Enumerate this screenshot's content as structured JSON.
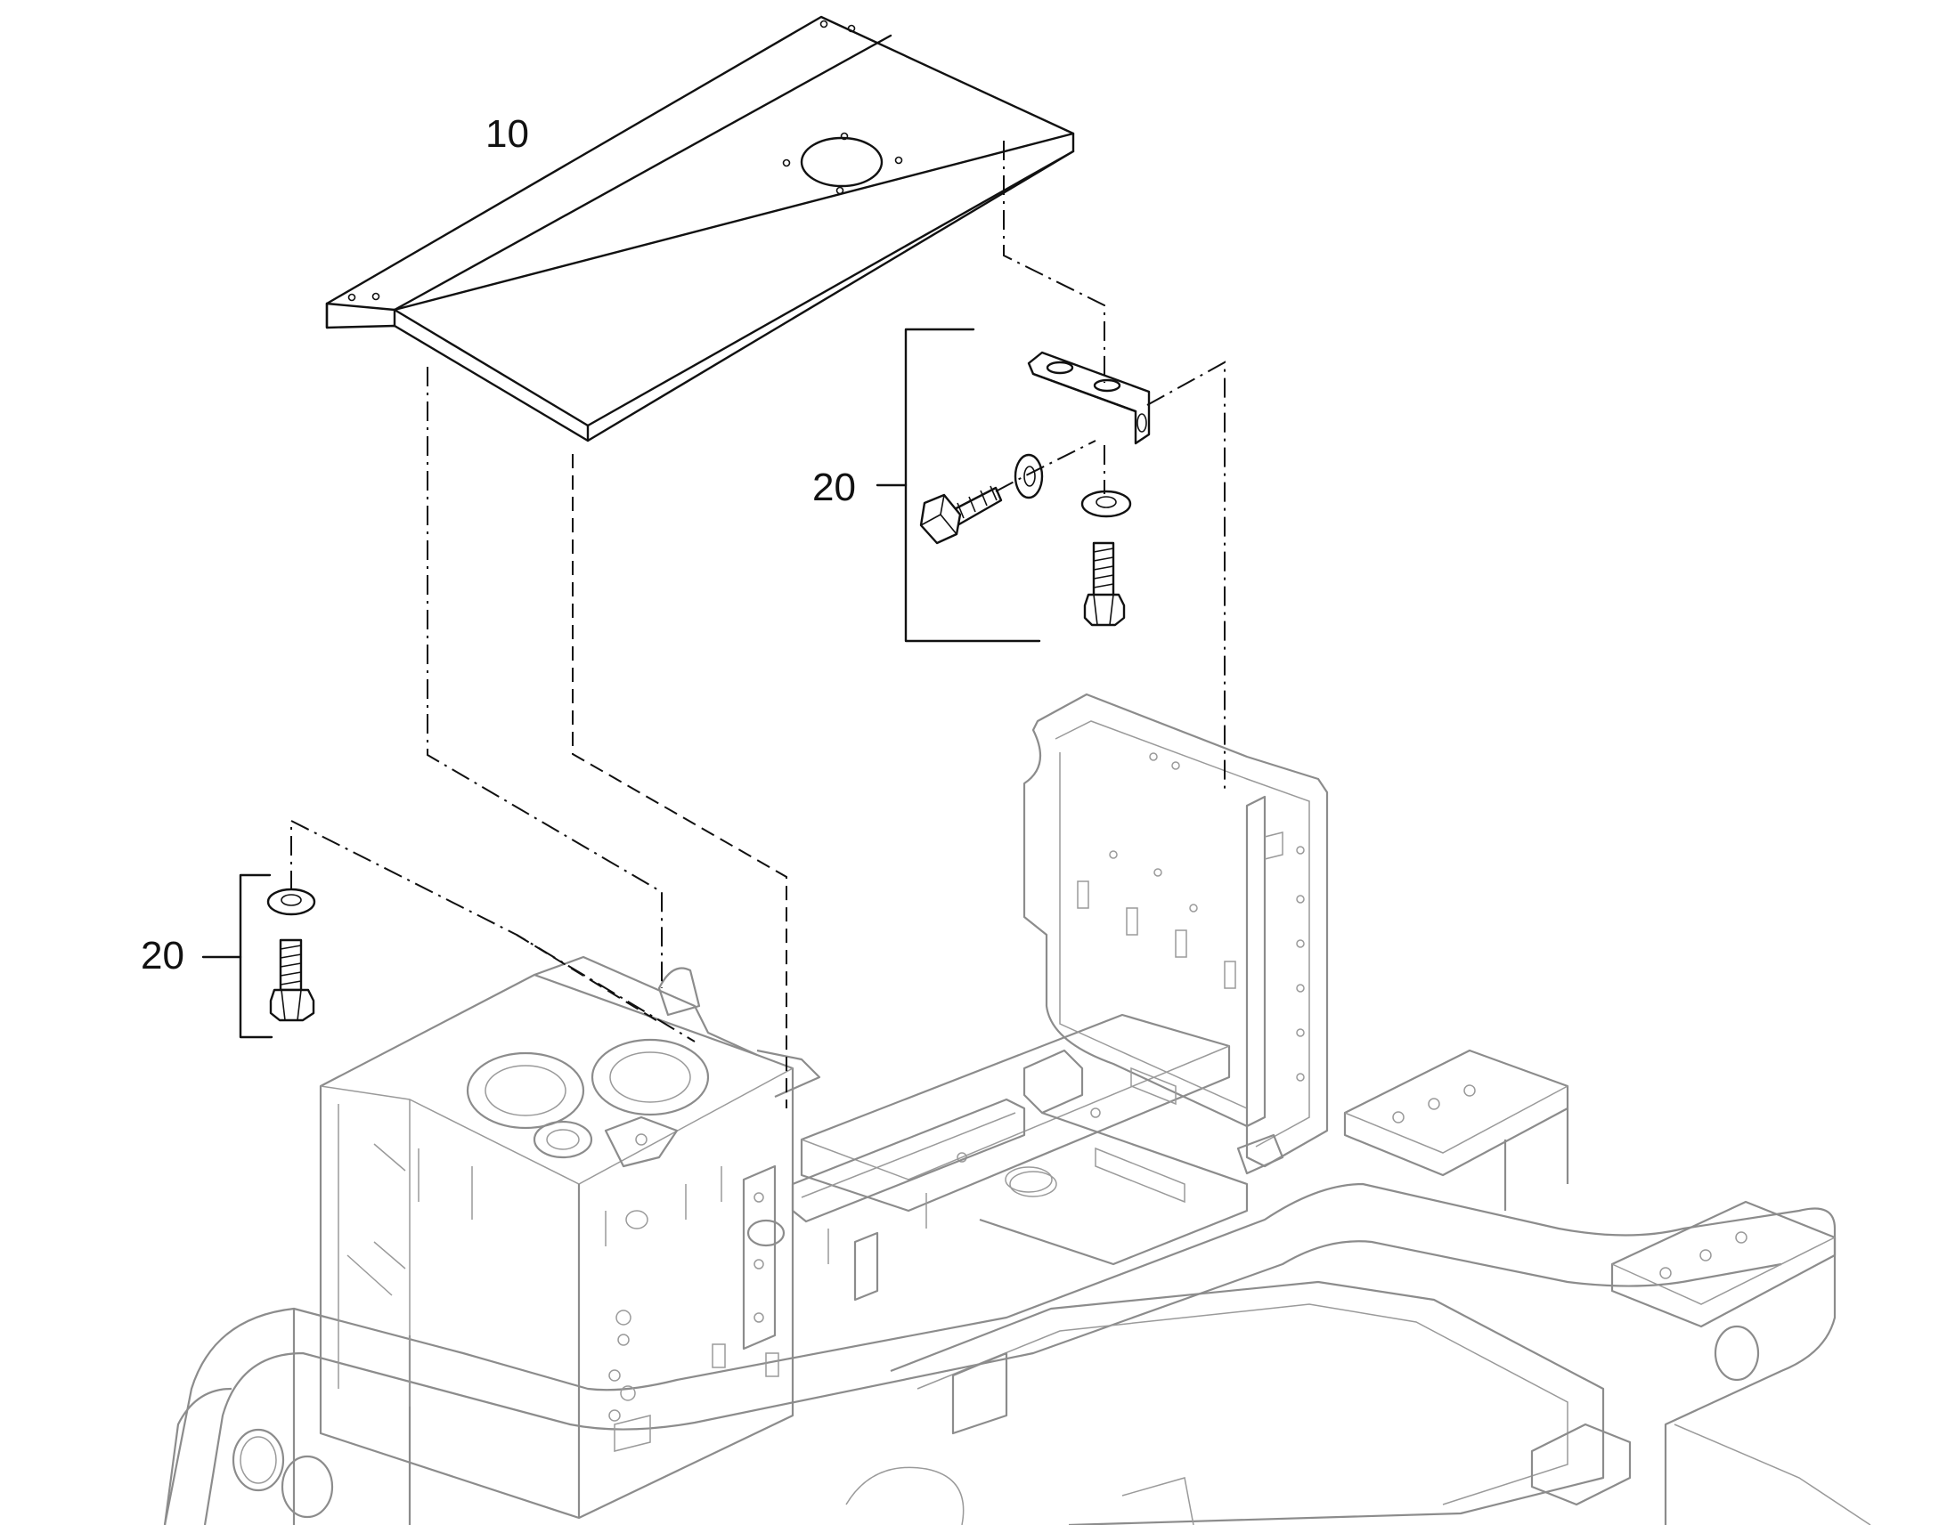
{
  "callouts": {
    "cover_plate": "10",
    "hardware_right": "20",
    "hardware_left": "20"
  }
}
